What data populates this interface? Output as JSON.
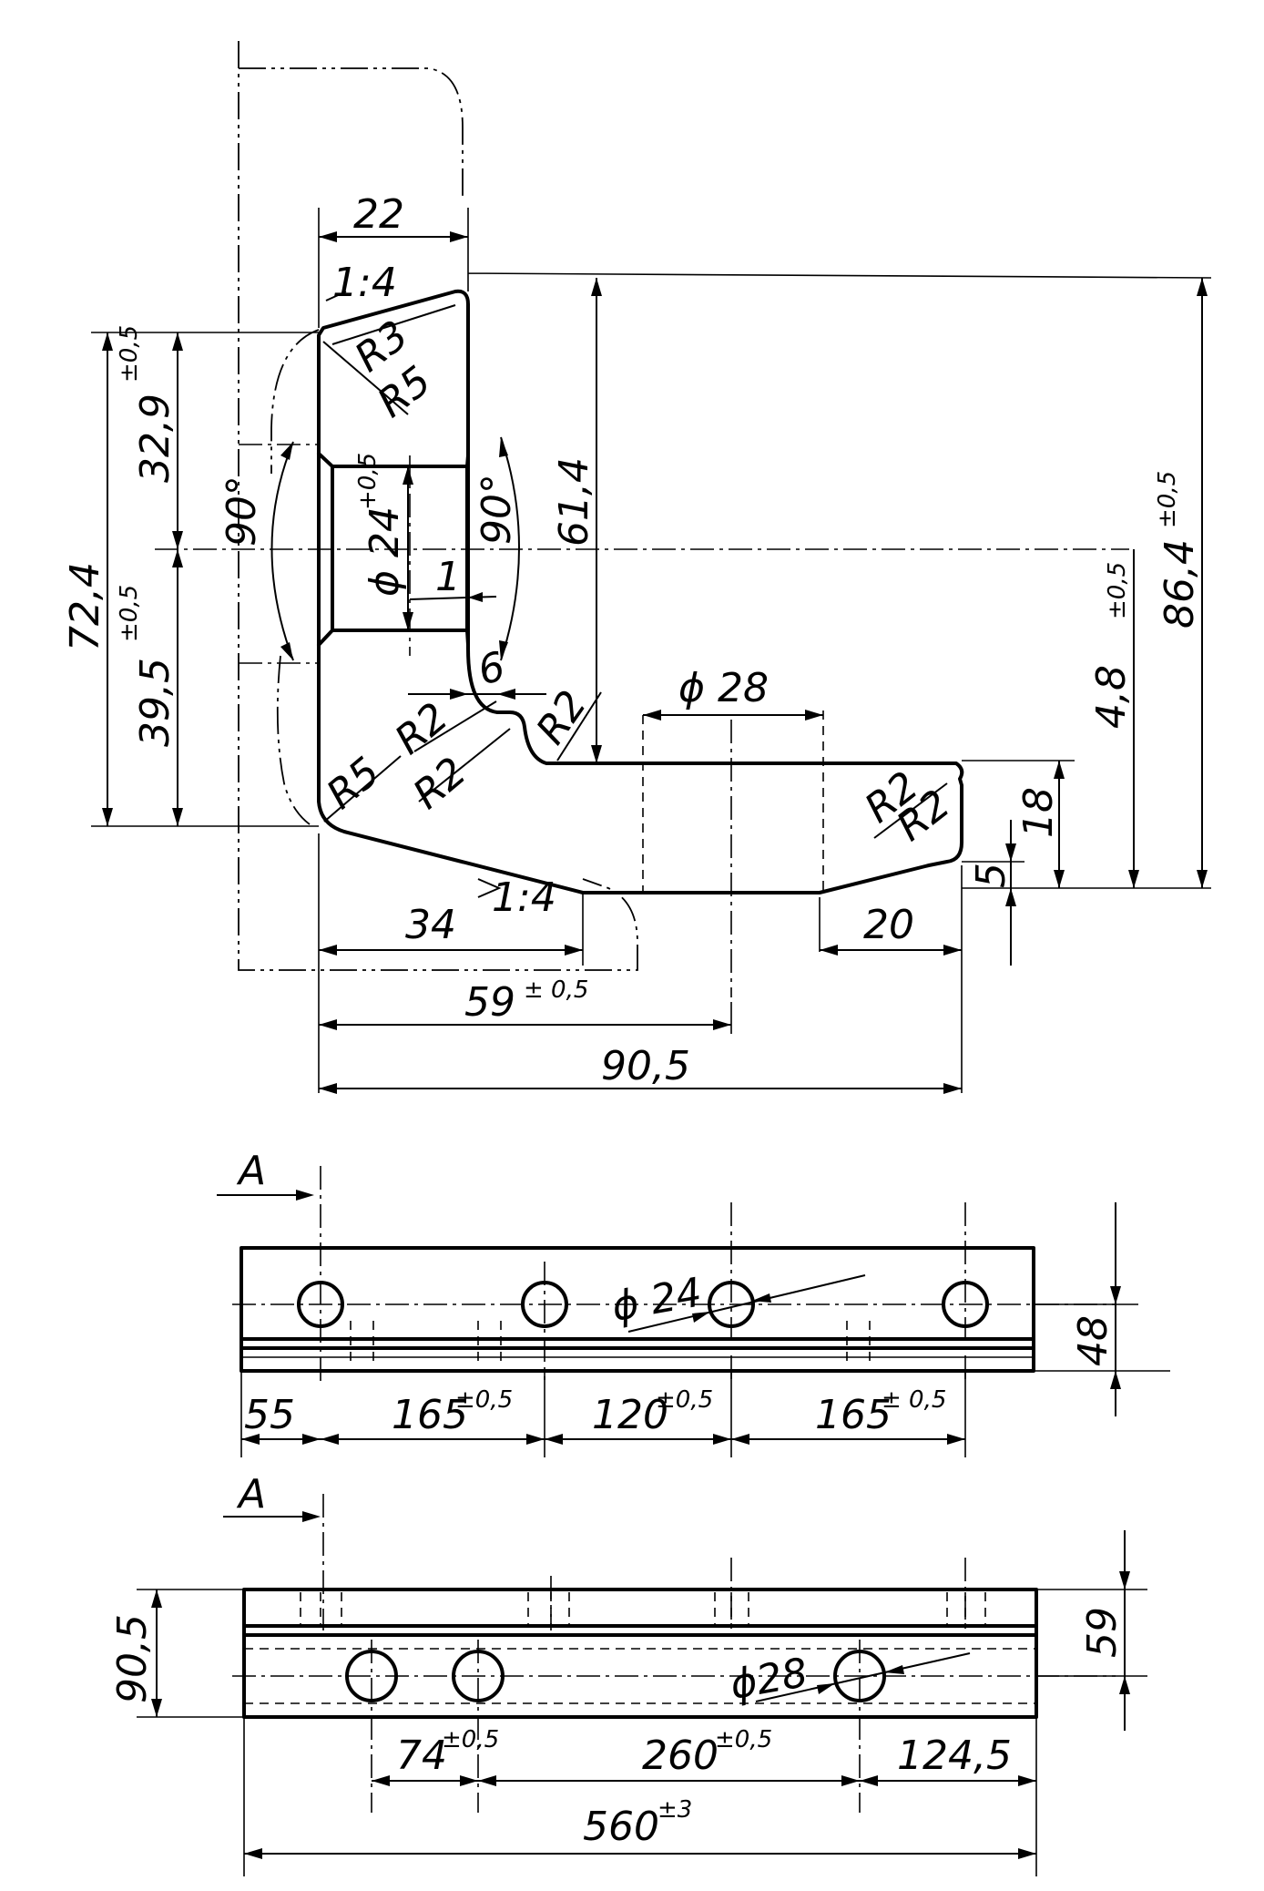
{
  "front_view": {
    "dim_22": "22",
    "slope_top": "1:4",
    "radius_r3": "R3",
    "radius_r5_top": "R5",
    "height_32_9": "32,9",
    "tol_32_9": "±0,5",
    "height_39_5": "39,5",
    "tol_39_5": "±0,5",
    "height_72_4": "72,4",
    "angle_left": "90°",
    "angle_right": "90°",
    "hole_dia": "ϕ 24",
    "tol_hole": "+0,5",
    "dim_1": "1",
    "height_61_4": "61,4",
    "dim_6": "6",
    "radius_r2_a": "R2",
    "radius_r2_b": "R2",
    "radius_r2_c": "R2",
    "radius_r5_bottom": "R5",
    "dia_28": "ϕ 28",
    "radius_r2_d": "R2",
    "radius_r2_e": "R2",
    "height_4_8": "4,8",
    "tol_4_8": "±0,5",
    "height_86_4": "86,4",
    "tol_86_4": "±0,5",
    "dim_18": "18",
    "dim_5": "5",
    "slope_bottom": "1:4",
    "dim_34": "34",
    "dim_20": "20",
    "dim_59": "59",
    "tol_59": "± 0,5",
    "dim_90_5": "90,5"
  },
  "top_view": {
    "section_a": "A",
    "hole_dia": "ϕ 24",
    "dim_48": "48",
    "dim_55": "55",
    "dim_165_a": "165",
    "tol_165_a": "±0,5",
    "dim_120": "120",
    "tol_120": "±0,5",
    "dim_165_b": "165",
    "tol_165_b": "± 0,5"
  },
  "bottom_view": {
    "section_a": "A",
    "dim_90_5": "90,5",
    "hole_dia": "ϕ28",
    "dim_59": "59",
    "dim_74": "74",
    "tol_74": "±0,5",
    "dim_260": "260",
    "tol_260": "±0,5",
    "dim_124_5": "124,5",
    "dim_560": "560",
    "tol_560": "±3"
  }
}
